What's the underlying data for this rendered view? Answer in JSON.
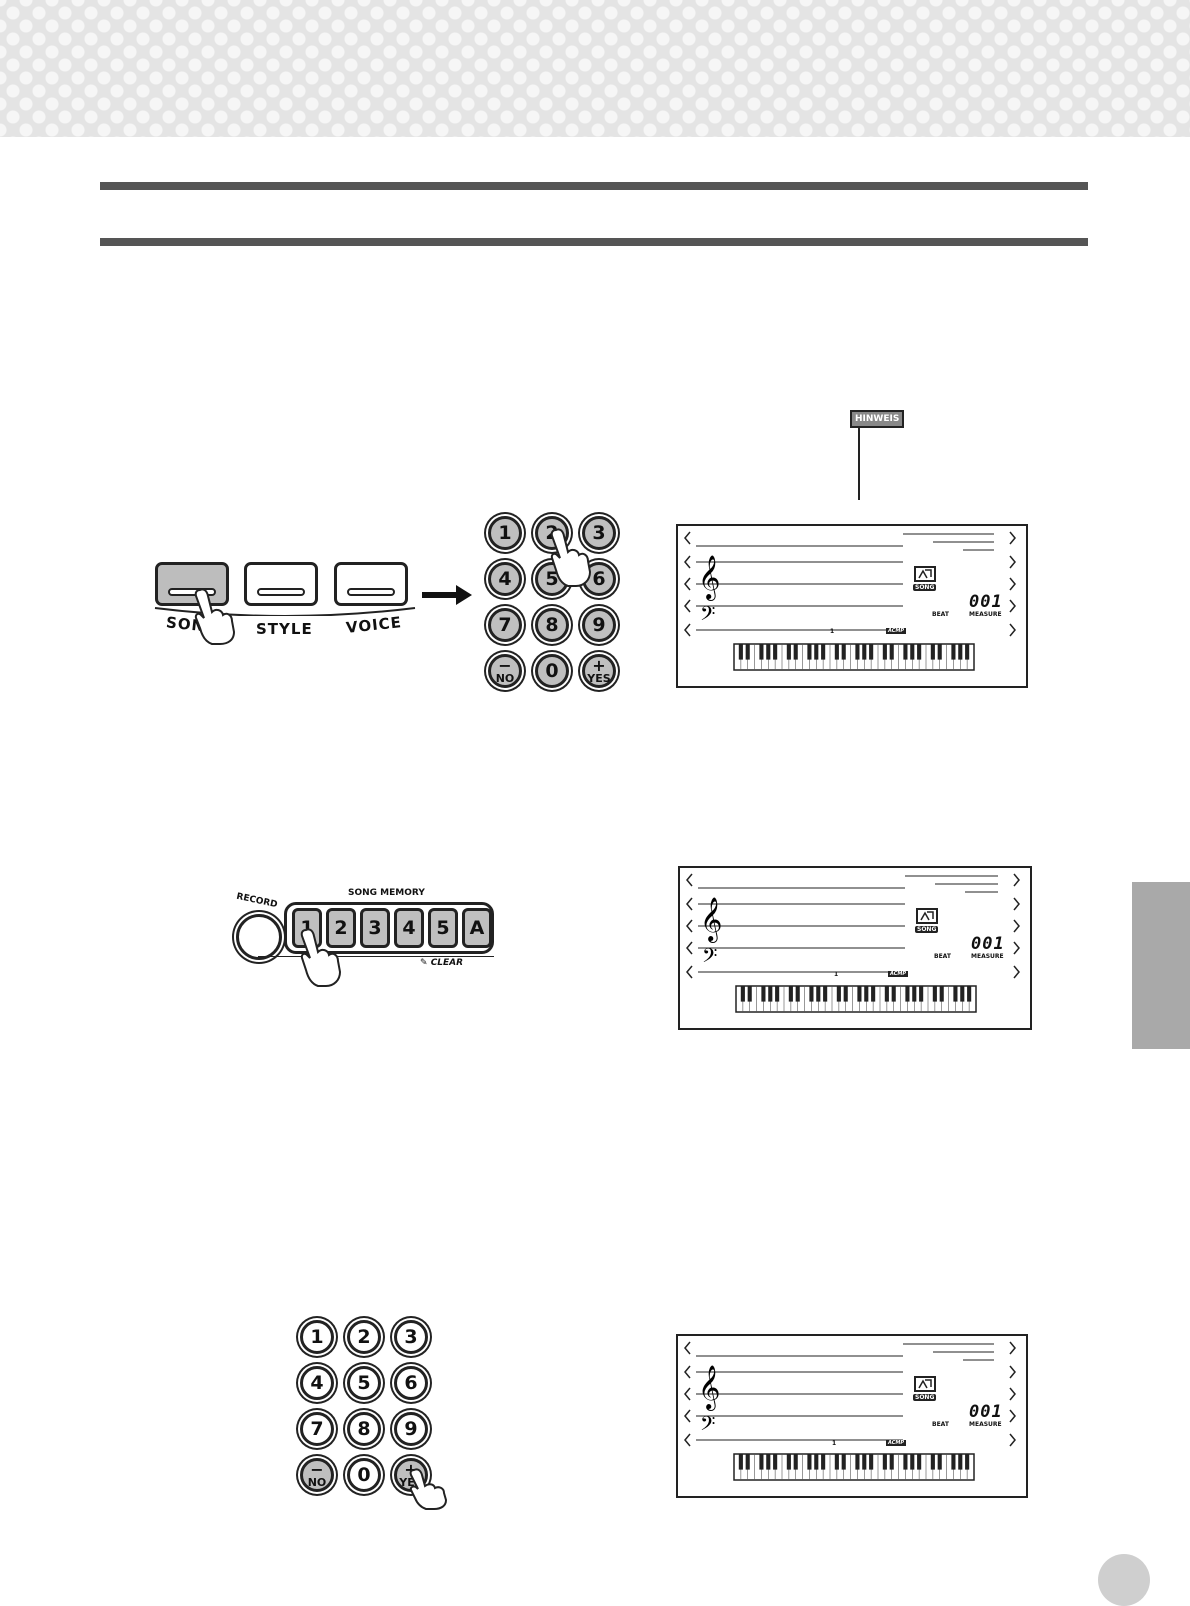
{
  "panel": {
    "song_label": "SONG",
    "style_label": "STYLE",
    "voice_label": "VOICE"
  },
  "keypad": {
    "keys": [
      "1",
      "2",
      "3",
      "4",
      "5",
      "6",
      "7",
      "8",
      "9",
      "0"
    ],
    "no_label": "NO",
    "yes_label": "YES",
    "minus_symbol": "−",
    "plus_symbol": "+"
  },
  "song_memory": {
    "title": "SONG MEMORY",
    "record_label": "RECORD",
    "tracks": [
      "1",
      "2",
      "3",
      "4",
      "5",
      "A"
    ],
    "clear_label": "CLEAR"
  },
  "note_tag": "HINWEIS",
  "lcd": {
    "song_badge": "SONG",
    "beat_label": "BEAT",
    "measure_label": "MEASURE",
    "measure_value": "001",
    "acmp_label": "ACMP",
    "marker": "1"
  }
}
